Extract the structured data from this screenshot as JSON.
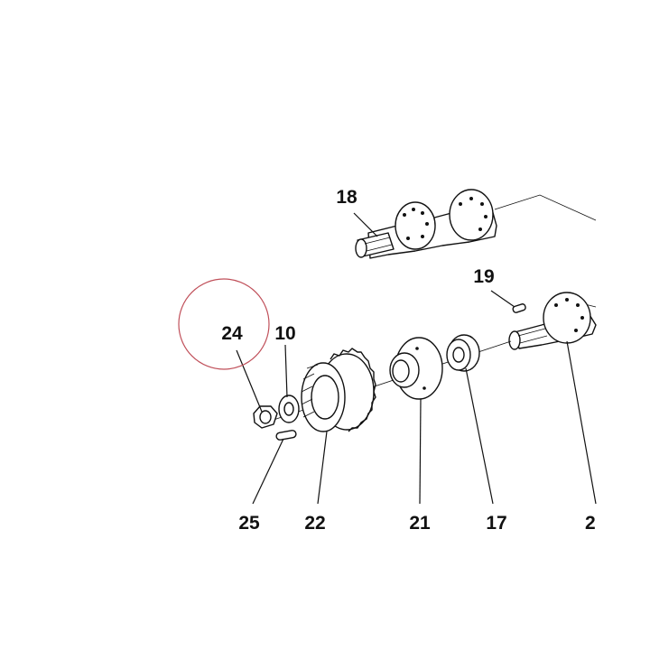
{
  "diagram": {
    "callouts": {
      "c18": "18",
      "c19": "19",
      "c24": "24",
      "c10": "10",
      "c25": "25",
      "c22": "22",
      "c21": "21",
      "c17": "17",
      "c2": "2"
    },
    "highlight_color": "#c0505a",
    "line_color": "#111111"
  }
}
